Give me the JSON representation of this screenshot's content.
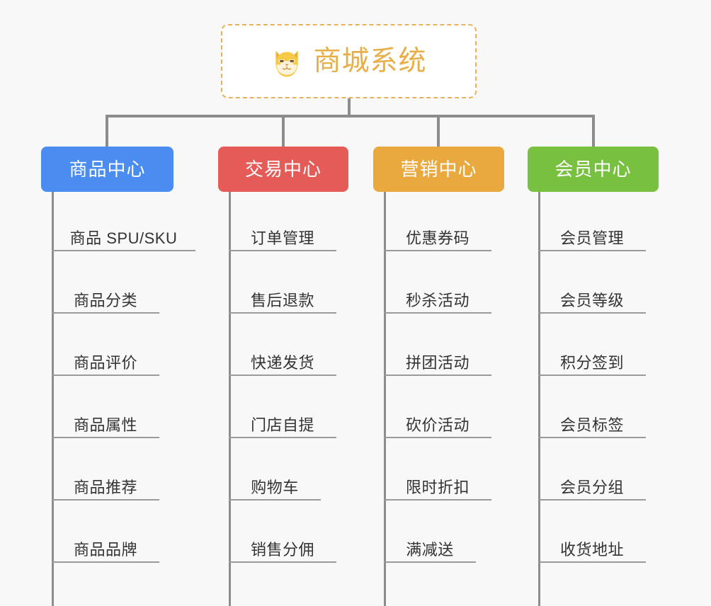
{
  "diagram": {
    "background_color": "#f8f8f8",
    "connector_color": "#8c8c8c",
    "root": {
      "icon": "shiba-dog-face-icon",
      "title": "商城系统",
      "text_color": "#e8ae47",
      "border_color": "#e8b15c",
      "border_style": "dashed"
    },
    "categories": [
      {
        "label": "商品中心",
        "color": "#4a8cf0",
        "items": [
          "商品 SPU/SKU",
          "商品分类",
          "商品评价",
          "商品属性",
          "商品推荐",
          "商品品牌"
        ]
      },
      {
        "label": "交易中心",
        "color": "#e45b57",
        "items": [
          "订单管理",
          "售后退款",
          "快递发货",
          "门店自提",
          "购物车",
          "销售分佣"
        ]
      },
      {
        "label": "营销中心",
        "color": "#eaa93e",
        "items": [
          "优惠券码",
          "秒杀活动",
          "拼团活动",
          "砍价活动",
          "限时折扣",
          "满减送"
        ]
      },
      {
        "label": "会员中心",
        "color": "#78c040",
        "items": [
          "会员管理",
          "会员等级",
          "积分签到",
          "会员标签",
          "会员分组",
          "收货地址"
        ]
      }
    ]
  }
}
